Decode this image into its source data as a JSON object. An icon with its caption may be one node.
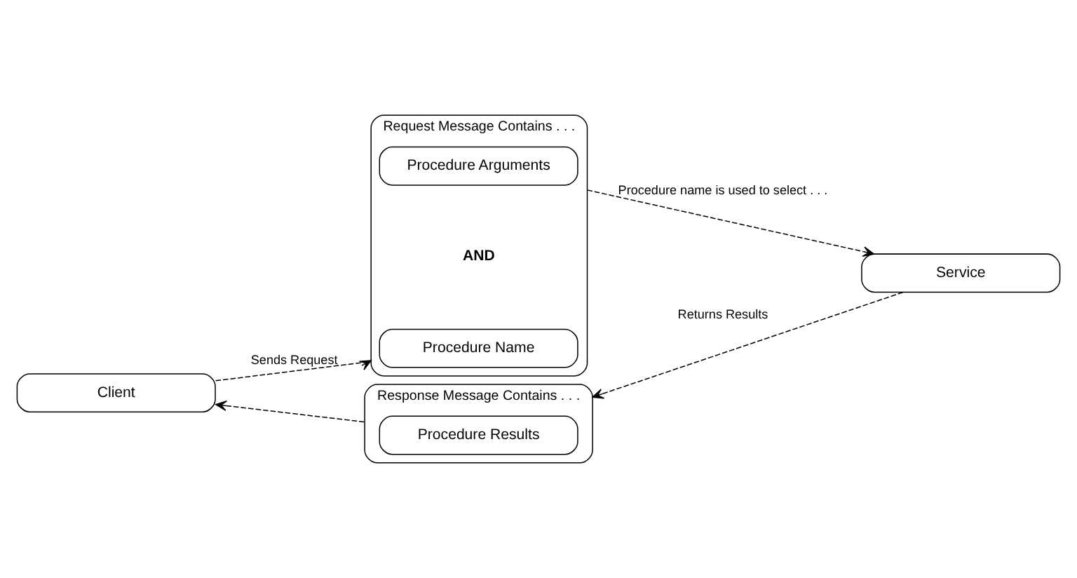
{
  "diagram": {
    "nodes": [
      {
        "text": [
          "Client"
        ]
      },
      {
        "text": [
          "Request Message Contains . . ."
        ]
      },
      {
        "text": [
          "Procedure Name"
        ],
        "in": 1
      },
      {
        "text": [
          "Procedure Arguments"
        ],
        "in": 1
      },
      {
        "text": [
          "Service"
        ]
      },
      {
        "text": [
          "Response Message Contains . . ."
        ]
      },
      {
        "text": [
          "Procedure Results"
        ],
        "in": 5
      }
    ],
    "edges": [
      {
        "from": 0,
        "to": 1,
        "arrow": "to",
        "style": "dashed",
        "label": "Sends Request"
      },
      {
        "from": 1,
        "to": 4,
        "arrow": "to",
        "style": "dashed",
        "label": "Procedure name is used to select . . ."
      },
      {
        "from": 4,
        "to": 5,
        "arrow": "to",
        "style": "dashed",
        "label": "Returns Results"
      },
      {
        "from": 5,
        "to": 0,
        "arrow": "to",
        "style": "dashed"
      }
    ],
    "labels": [
      "AND"
    ]
  }
}
